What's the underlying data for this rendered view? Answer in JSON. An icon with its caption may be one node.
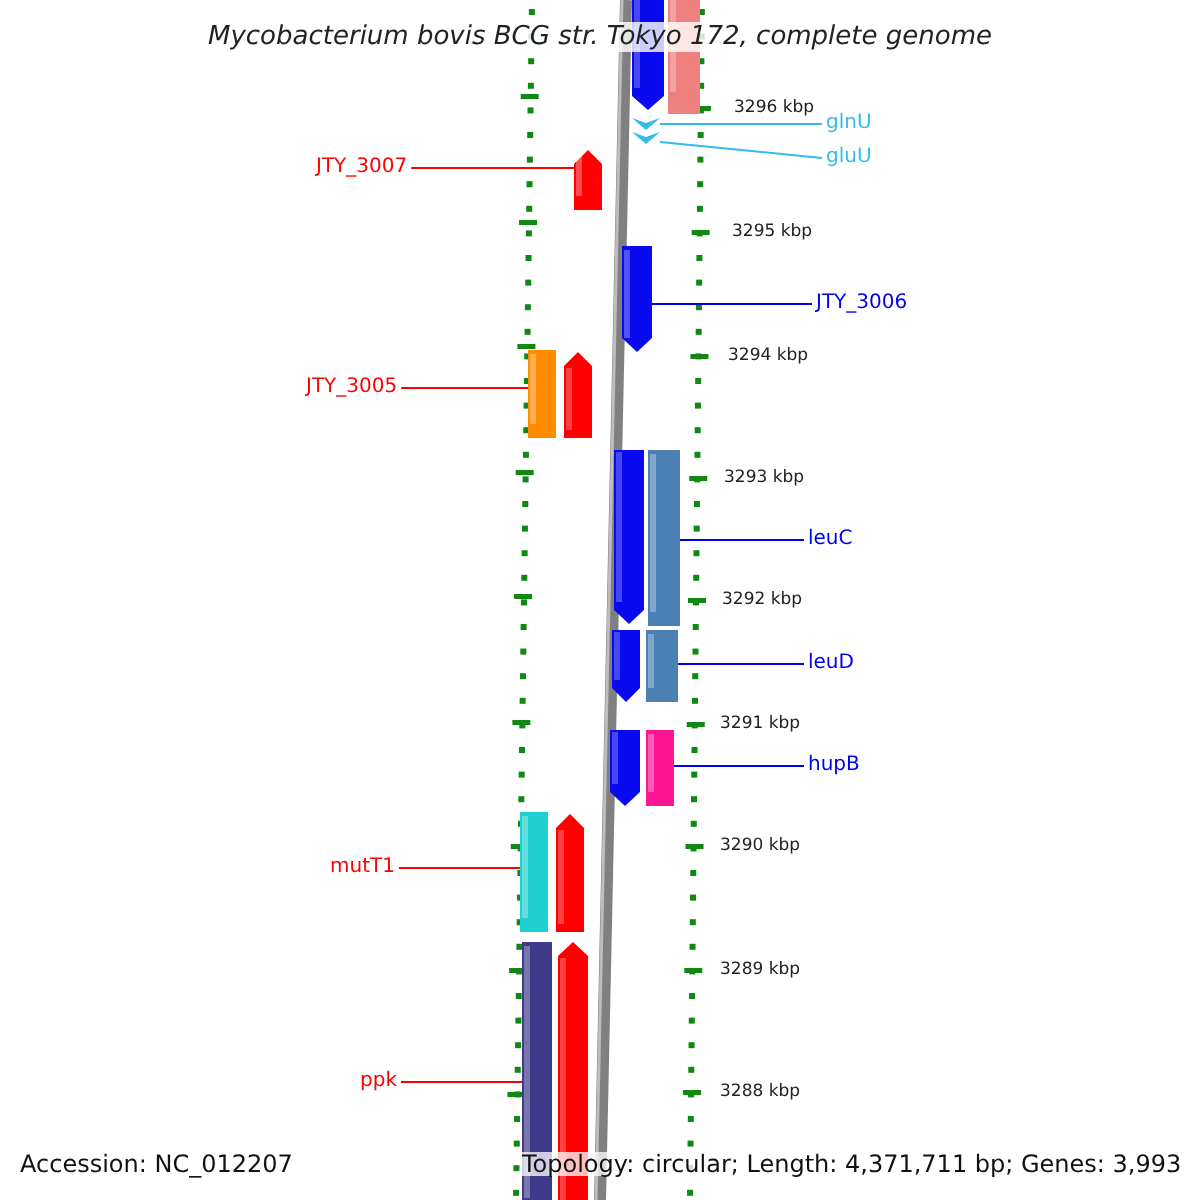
{
  "diagram": {
    "title": "Mycobacterium bovis BCG str. Tokyo 172, complete genome",
    "nodes": [
      {
        "text": [
          "JTY_3007"
        ]
      },
      {
        "text": [
          "glnU"
        ]
      },
      {
        "text": [
          "gluU"
        ]
      },
      {
        "text": [
          "JTY_3006"
        ]
      },
      {
        "text": [
          "JTY_3005"
        ]
      },
      {
        "text": [
          "leuC"
        ]
      },
      {
        "text": [
          "leuD"
        ]
      },
      {
        "text": [
          "hupB"
        ]
      },
      {
        "text": [
          "mutT1"
        ]
      },
      {
        "text": [
          "ppk"
        ]
      },
      {
        "text": [],
        "shape": "bar"
      },
      {
        "text": [],
        "shape": "triangle"
      },
      {
        "text": [],
        "shape": "triangle"
      },
      {
        "text": [],
        "shape": "bar"
      },
      {
        "text": [],
        "shape": "box"
      },
      {
        "text": [],
        "shape": "box"
      },
      {
        "text": [],
        "shape": "box"
      },
      {
        "text": [],
        "shape": "box"
      },
      {
        "text": [],
        "shape": "box"
      },
      {
        "text": [],
        "shape": "box"
      }
    ],
    "edges": [
      {
        "from": 0,
        "to": 10,
        "arrow": "none",
        "color": "#ff0000"
      },
      {
        "from": 1,
        "to": 11,
        "arrow": "none",
        "color": "#33bbee"
      },
      {
        "from": 2,
        "to": 12,
        "arrow": "none",
        "color": "#33bbee"
      },
      {
        "from": 3,
        "to": 13,
        "arrow": "none",
        "color": "#0000ee"
      },
      {
        "from": 4,
        "to": 14,
        "arrow": "none",
        "color": "#ff0000"
      },
      {
        "from": 5,
        "to": 15,
        "arrow": "none",
        "color": "#0000ee"
      },
      {
        "from": 6,
        "to": 16,
        "arrow": "none",
        "color": "#0000ee"
      },
      {
        "from": 7,
        "to": 17,
        "arrow": "none",
        "color": "#0000ee"
      },
      {
        "from": 8,
        "to": 18,
        "arrow": "none",
        "color": "#ff0000"
      },
      {
        "from": 9,
        "to": 19,
        "arrow": "none",
        "color": "#ff0000"
      }
    ],
    "labels": [
      "3296 kbp",
      "3295 kbp",
      "3294 kbp",
      "3293 kbp",
      "3292 kbp",
      "3291 kbp",
      "3290 kbp",
      "3289 kbp",
      "3288 kbp",
      "Accession: NC_012207",
      "Topology: circular; Length: 4,371,711 bp; Genes: 3,993"
    ]
  }
}
